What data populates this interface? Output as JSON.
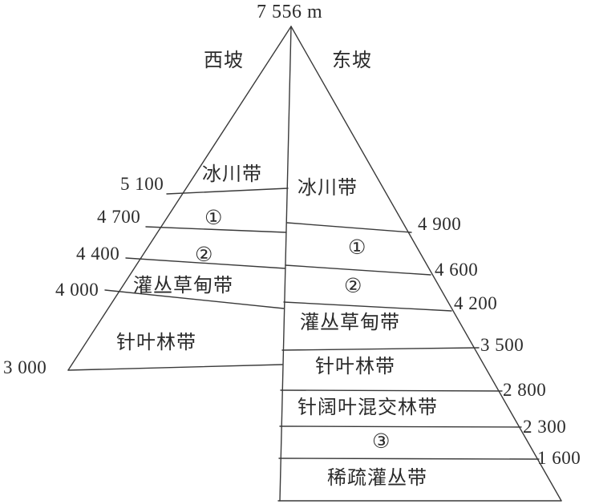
{
  "figure": {
    "type": "diagram",
    "subtype": "mountain-vertical-zonation",
    "summit_label": "7 556 m",
    "background_color": "#ffffff",
    "line_color": "#3a3a3a"
  },
  "slopes": {
    "west": {
      "name": "西坡"
    },
    "east": {
      "name": "东坡"
    }
  },
  "west_side": {
    "elevations": [
      "5 100",
      "4 700",
      "4 400",
      "4 000",
      "3 000"
    ],
    "bands": [
      {
        "label": "冰川带",
        "top": "summit",
        "bottom": "5 100"
      },
      {
        "label": "①",
        "top": "5 100",
        "bottom": "4 700"
      },
      {
        "label": "②",
        "top": "4 700",
        "bottom": "4 400"
      },
      {
        "label": "灌丛草甸带",
        "top": "4 400",
        "bottom": "4 000"
      },
      {
        "label": "针叶林带",
        "top": "4 000",
        "bottom": "3 000"
      }
    ]
  },
  "east_side": {
    "elevations": [
      "4 900",
      "4 600",
      "4 200",
      "3 500",
      "2 800",
      "2 300",
      "1 600"
    ],
    "bands": [
      {
        "label": "冰川带",
        "top": "summit",
        "bottom": "4 900"
      },
      {
        "label": "①",
        "top": "4 900",
        "bottom": "4 600"
      },
      {
        "label": "②",
        "top": "4 600",
        "bottom": "4 200"
      },
      {
        "label": "灌丛草甸带",
        "top": "4 200",
        "bottom": "3 500"
      },
      {
        "label": "针叶林带",
        "top": "3 500",
        "bottom": "2 800"
      },
      {
        "label": "针阔叶混交林带",
        "top": "2 800",
        "bottom": "2 300"
      },
      {
        "label": "③",
        "top": "2 300",
        "bottom": "1 600"
      },
      {
        "label": "稀疏灌丛带",
        "top": "1 600",
        "bottom": "base"
      }
    ]
  },
  "elevation_labels": {
    "w5100": "5 100",
    "w4700": "4 700",
    "w4400": "4 400",
    "w4000": "4 000",
    "w3000": "3 000",
    "e4900": "4 900",
    "e4600": "4 600",
    "e4200": "4 200",
    "e3500": "3 500",
    "e2800": "2 800",
    "e2300": "2 300",
    "e1600": "1 600"
  },
  "band_labels": {
    "glacier": "冰川带",
    "circled_one": "①",
    "circled_two": "②",
    "circled_three": "③",
    "shrub_meadow": "灌丛草甸带",
    "conifer": "针叶林带",
    "mixed_forest": "针阔叶混交林带",
    "sparse_shrub": "稀疏灌丛带"
  }
}
